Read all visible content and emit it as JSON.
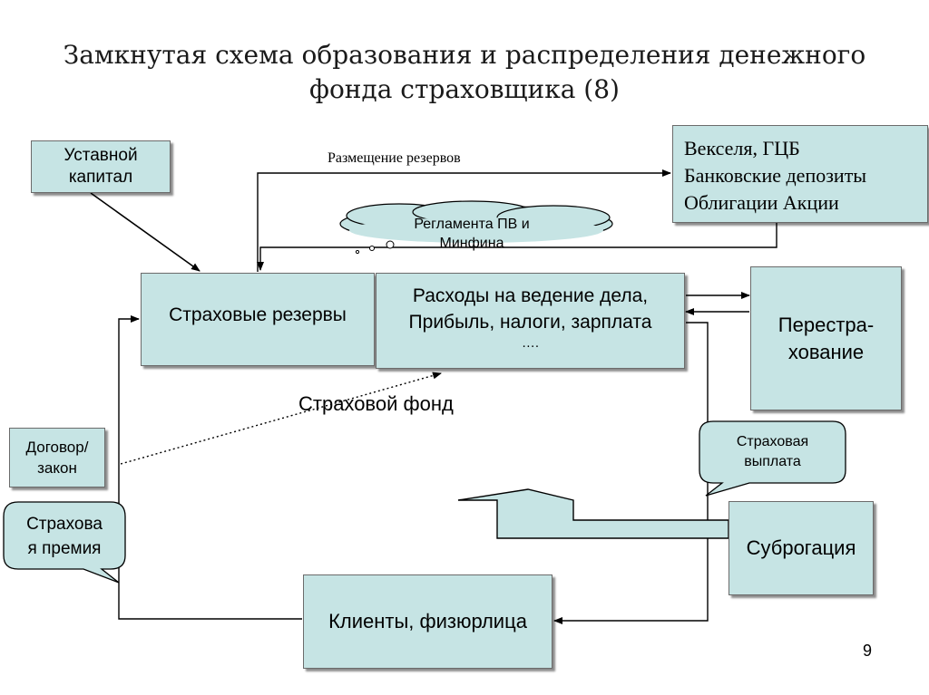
{
  "title": {
    "line1": "Замкнутая схема образования и распределения денежного",
    "line2": "фонда страховщика (8)"
  },
  "boxes": {
    "charter_capital": {
      "line1": "Уставной",
      "line2": "капитал"
    },
    "insurance_reserves": "Страховые резервы",
    "expenses": {
      "line1": "Расходы на ведение дела,",
      "line2": "Прибыль, налоги, зарплата",
      "line3": "…."
    },
    "securities": {
      "line1": "Векселя, ГЦБ",
      "line2": "Банковские депозиты",
      "line3": "Облигации Акции"
    },
    "reinsurance": {
      "line1": "Перестра-",
      "line2": "хование"
    },
    "contract_law": {
      "line1": "Договор/",
      "line2": "закон"
    },
    "subrogation": "Суброгация",
    "clients": "Клиенты, физюрлица"
  },
  "callouts": {
    "premium": {
      "line1": "Страхова",
      "line2": "я премия"
    },
    "payout": {
      "line1": "Страховая",
      "line2": "выплата"
    },
    "regulations": {
      "line1": "Регламента ПВ и",
      "line2": "Минфина"
    }
  },
  "labels": {
    "reserve_placement": "Размещение резервов",
    "insurance_fund": "Страховой фонд"
  },
  "page_number": "9",
  "colors": {
    "box_fill": "#c6e4e4",
    "border": "#6b6b6b",
    "line": "#000000"
  }
}
